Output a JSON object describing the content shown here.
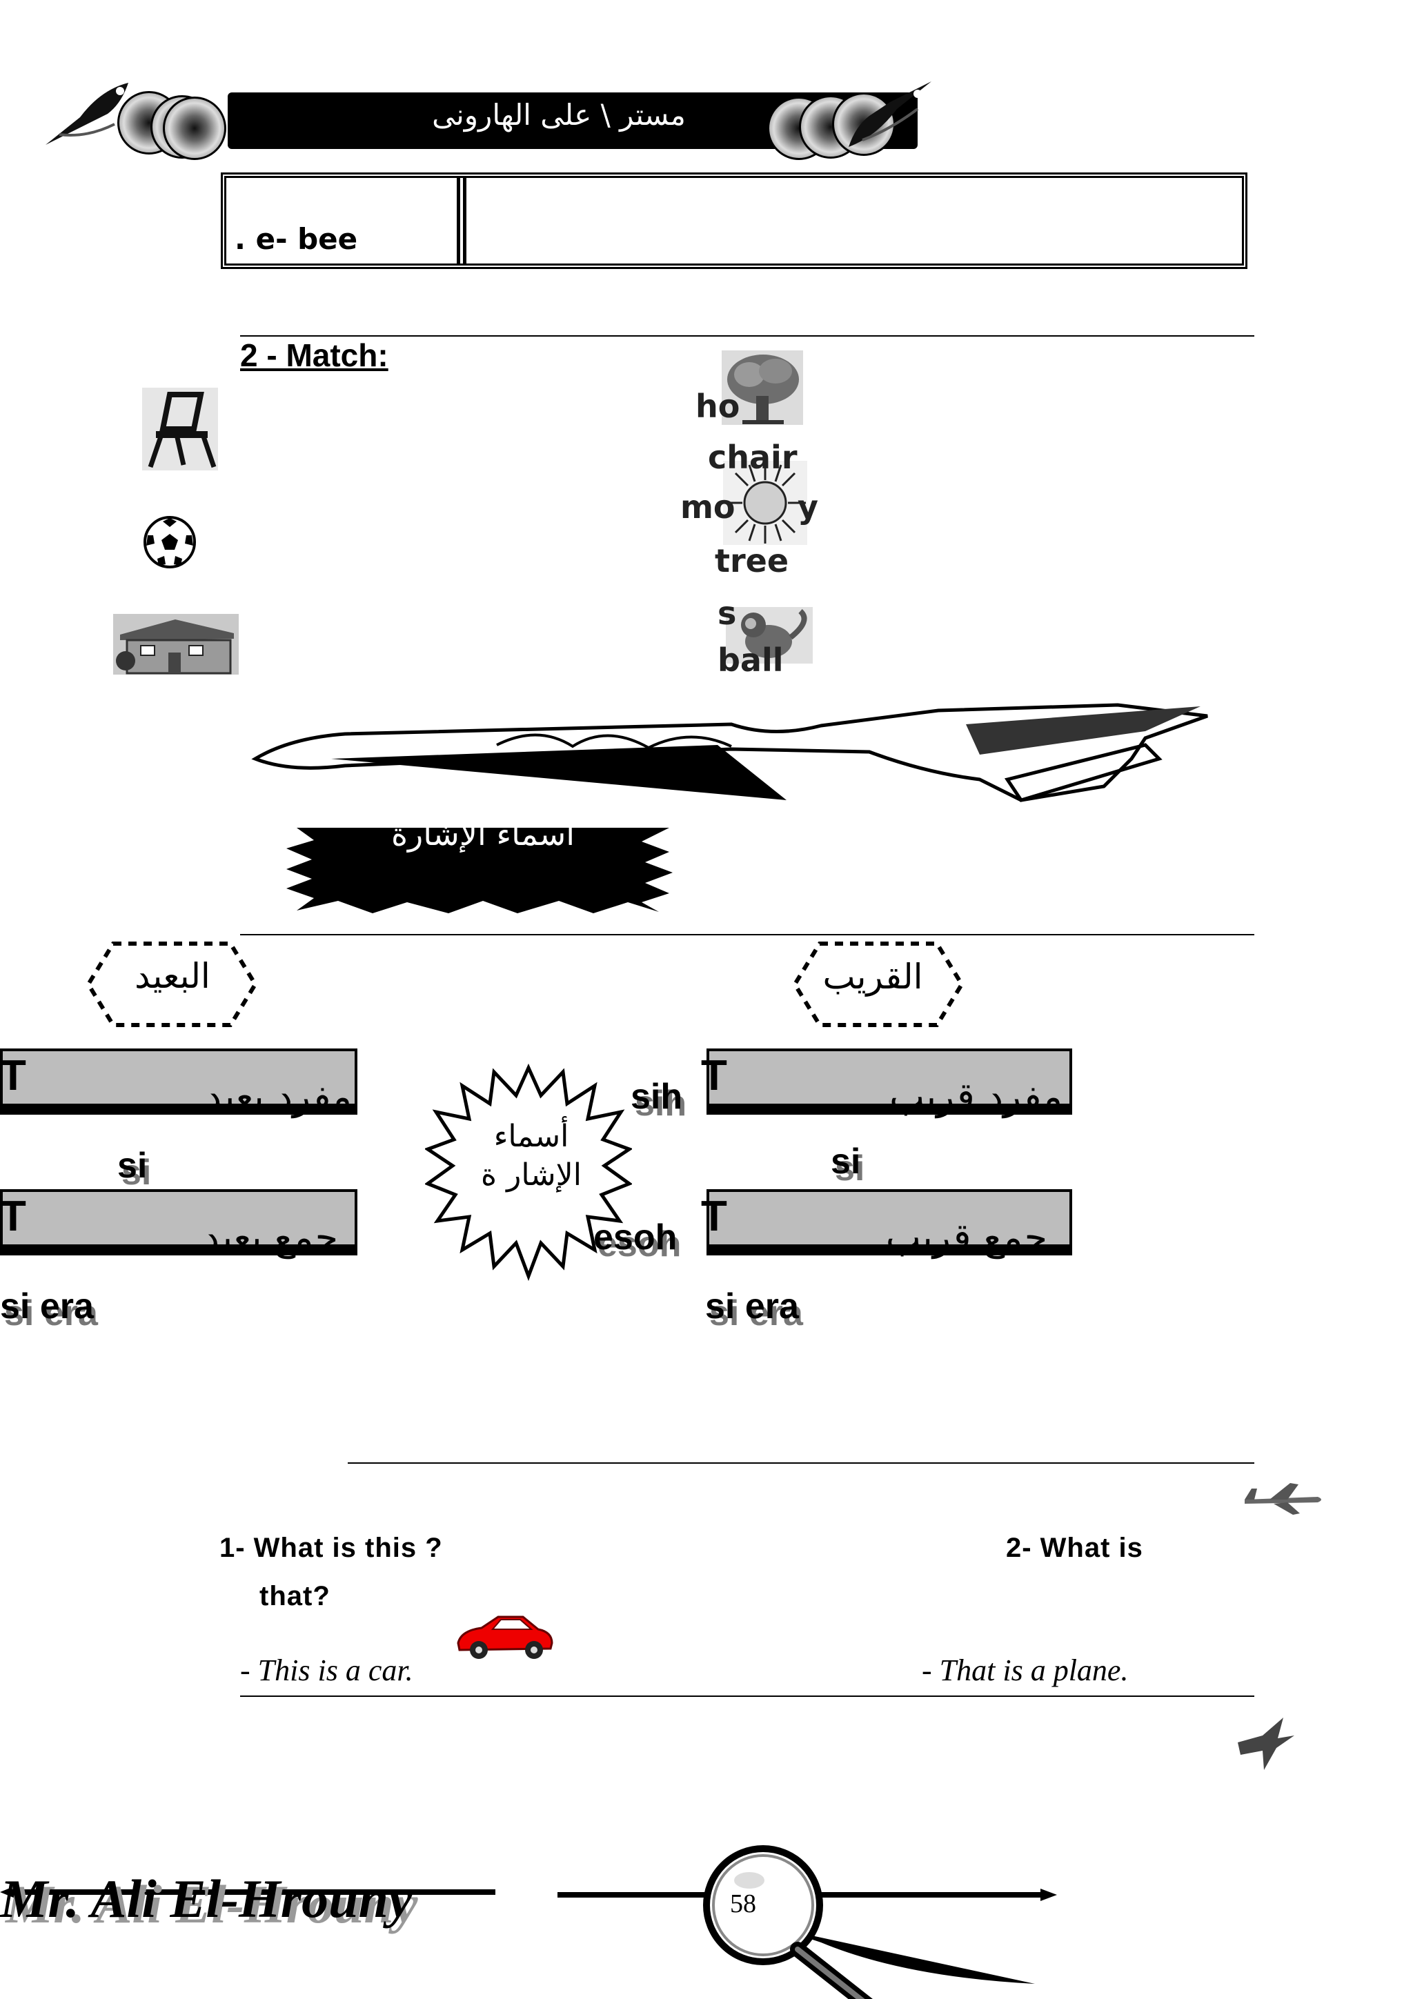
{
  "header": {
    "title": "مستر \\ على الهارونى"
  },
  "top_box": {
    "left_text": ". e- bee"
  },
  "match_section": {
    "title": "2 -  Match:",
    "words": [
      "ho",
      "chair",
      "mo",
      "y",
      "tree",
      "s",
      "ball"
    ],
    "left_pictures": [
      "chair-picture",
      "ball-picture",
      "house-picture"
    ],
    "right_pictures": [
      "tree-picture",
      "sun-picture",
      "monkey-picture"
    ]
  },
  "demonstratives_banner": {
    "title": "اسماء الإشارة"
  },
  "far_section": {
    "label": "البعيد",
    "singular_label": "مفرد بعيد",
    "singular_word": "si",
    "plural_label": "جمع بعيد",
    "plural_word": "si era",
    "tee": "T"
  },
  "near_section": {
    "label": "القريب",
    "singular_label": "مفرد قريب",
    "singular_word": "si",
    "singular_prefix": "sih",
    "plural_label": "جمع قريب",
    "plural_word": "si era",
    "plural_prefix": "esoh",
    "tee": "T"
  },
  "starburst": {
    "text": "أسماء الإشار ة"
  },
  "questions": {
    "q1": "1- What is this ?",
    "q2_a": "2- What is",
    "q2_b": "that?",
    "a1": "- This is a car.",
    "a2": "- That is a plane."
  },
  "footer": {
    "name": "Mr. Ali El-Hrouny",
    "page": "58"
  }
}
